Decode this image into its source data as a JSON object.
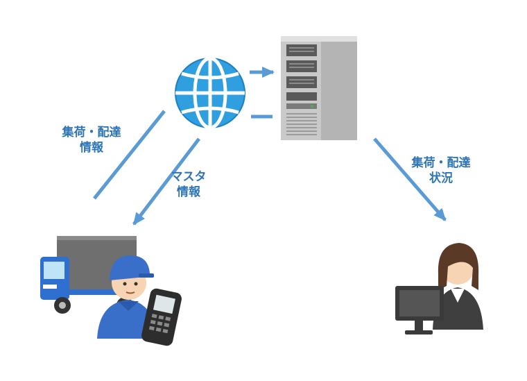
{
  "labels": {
    "upload": {
      "line1": "集荷・配達",
      "line2": "情報"
    },
    "master": {
      "line1": "マスタ",
      "line2": "情報"
    },
    "status": {
      "line1": "集荷・配達",
      "line2": "状況"
    }
  },
  "colors": {
    "arrow": "#5b9bd5",
    "label": "#2e75b6",
    "globe_fill": "#2f9fe0",
    "globe_line": "#ffffff",
    "server_body": "#c9c9c9",
    "server_dark": "#606060",
    "truck_blue": "#2e6fd0",
    "cargo_gray": "#6f6f6f",
    "worker_blue": "#3a6fc9",
    "skin": "#f7d4b4",
    "hair": "#5a3a26",
    "suit": "#3f3f3f",
    "monitor": "#3a3a3a"
  },
  "icons": {
    "internet": "globe-icon",
    "server": "server-rack-icon",
    "field_worker": "delivery-driver-with-handheld-terminal-icon",
    "office_worker": "office-worker-at-monitor-icon"
  }
}
